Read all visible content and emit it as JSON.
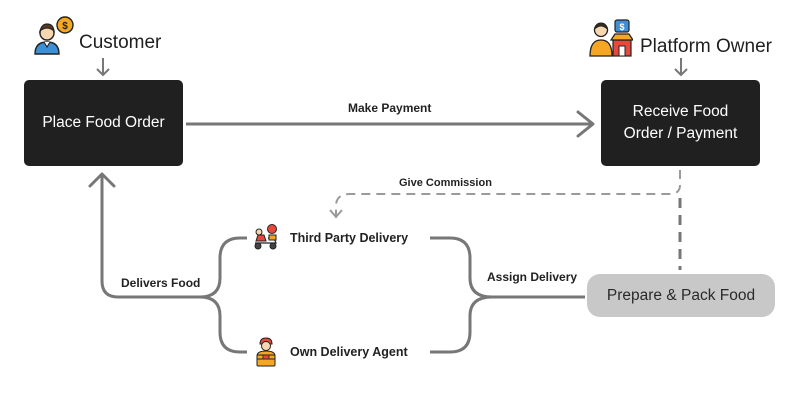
{
  "actors": {
    "customer": {
      "label": "Customer",
      "icon": "customer-with-money-icon"
    },
    "platform_owner": {
      "label": "Platform Owner",
      "icon": "shop-owner-icon"
    }
  },
  "nodes": {
    "place_order": "Place Food Order",
    "receive_order_line1": "Receive Food",
    "receive_order_line2": "Order / Payment",
    "prepare_pack": "Prepare & Pack Food",
    "third_party": {
      "label": "Third Party Delivery",
      "icon": "delivery-scooter-icon"
    },
    "own_agent": {
      "label": "Own Delivery Agent",
      "icon": "delivery-agent-icon"
    }
  },
  "edges": {
    "make_payment": "Make Payment",
    "give_commission": "Give Commission",
    "assign_delivery": "Assign Delivery",
    "delivers_food": "Delivers Food"
  },
  "colors": {
    "dark_box": "#202020",
    "gray_box": "#c8c8c8",
    "arrow": "#777777",
    "icon_orange": "#f5a623",
    "icon_red": "#e8483c",
    "icon_blue": "#3d8fd6"
  }
}
